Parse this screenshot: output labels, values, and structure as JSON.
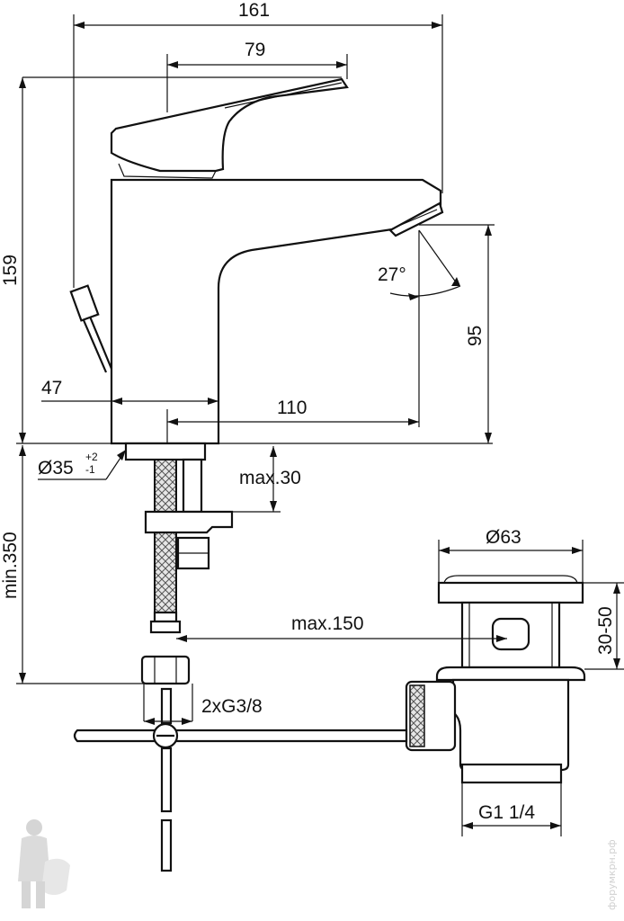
{
  "dimensions": {
    "width_total": "161",
    "handle_length": "79",
    "height_total": "159",
    "angle": "27°",
    "spout_height": "95",
    "axis_offset": "47",
    "projection": "110",
    "base_diameter": "Ø35",
    "tolerance_plus": "+2",
    "tolerance_minus": "-1",
    "max_deck": "max.30",
    "min_hose": "min.350",
    "max_rod": "max.150",
    "waste_diameter": "Ø63",
    "waste_height": "30-50",
    "hose_thread": "2xG3/8",
    "waste_thread": "G1 1/4"
  },
  "watermark": "форумкрн.рф",
  "colors": {
    "line": "#111111",
    "hose": "#d8d8d8"
  }
}
